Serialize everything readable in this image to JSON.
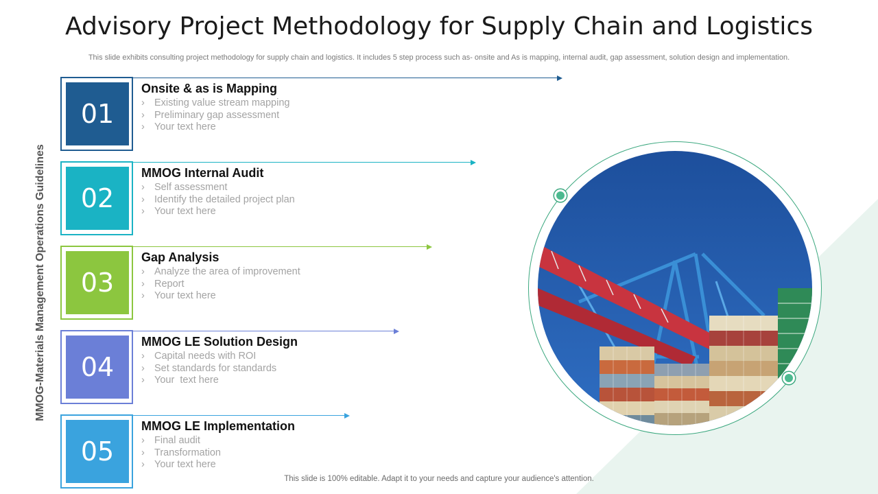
{
  "title": "Advisory Project Methodology for Supply Chain and Logistics",
  "subtitle": "This slide exhibits consulting project methodology for supply chain and logistics. It includes 5 step process such as- onsite and As is mapping, internal audit, gap assessment, solution design and implementation.",
  "side_label": "MMOG-Materials Management Operations Guidelines",
  "steps": [
    {
      "number": "01",
      "title": "Onsite & as is Mapping",
      "color": "#1f5c91",
      "bullets": [
        "Existing value stream mapping",
        "Preliminary gap assessment",
        "Your text here"
      ]
    },
    {
      "number": "02",
      "title": "MMOG Internal Audit",
      "color": "#1ab3c4",
      "bullets": [
        "Self assessment",
        "Identify the detailed project plan",
        "Your text here"
      ]
    },
    {
      "number": "03",
      "title": "Gap Analysis",
      "color": "#8cc63f",
      "bullets": [
        "Analyze the area of improvement",
        "Report",
        "Your text here"
      ]
    },
    {
      "number": "04",
      "title": "MMOG LE Solution Design",
      "color": "#6b7fd7",
      "bullets": [
        "Capital needs with ROI",
        "Set standards for standards",
        "Your  text here"
      ]
    },
    {
      "number": "05",
      "title": "MMOG LE Implementation",
      "color": "#3aa3de",
      "bullets": [
        "Final audit",
        "Transformation",
        "Your text here"
      ]
    }
  ],
  "chevron": "›",
  "image_icon": "container-port-photo",
  "footer": "This slide is 100% editable. Adapt it to your needs and capture your audience's attention."
}
